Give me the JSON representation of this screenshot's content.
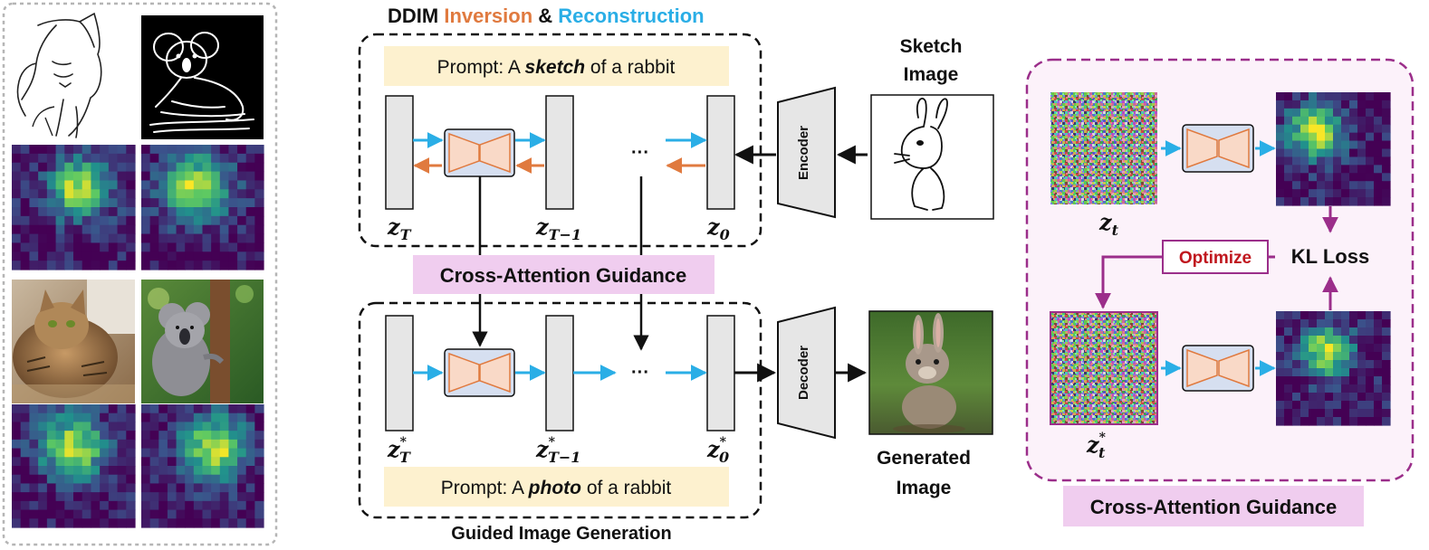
{
  "title": {
    "part1": "DDIM ",
    "part2": "Inversion",
    "part3": " & ",
    "part4": "Reconstruction"
  },
  "colors": {
    "inversion": "#e07a3f",
    "reconstruction": "#2aaee6",
    "purple": "#9b2e8a",
    "guidance_bg": "#f0cdef",
    "prompt_bg": "#fdf1cf",
    "optimize_red": "#c0171e",
    "block_fill": "#e6e6e6",
    "unet_fill": "#f9d9c7",
    "unet_stroke": "#e07a3f",
    "heat_dark": "#46135f",
    "heat_bright": "#f6e61f"
  },
  "top_panel": {
    "prompt_prefix": "Prompt: A ",
    "prompt_keyword": "sketch",
    "prompt_suffix": " of a rabbit",
    "latents": [
      "z",
      "z",
      "z"
    ],
    "latent_subs": [
      "T",
      "T−1",
      "0"
    ],
    "ellipsis": "···"
  },
  "bottom_panel": {
    "prompt_prefix": "Prompt: A ",
    "prompt_keyword": "photo",
    "prompt_suffix": " of a rabbit",
    "latents": [
      "z",
      "z",
      "z"
    ],
    "latent_subs": [
      "T",
      "T−1",
      "0"
    ],
    "latent_sup": "*",
    "ellipsis": "···",
    "caption": "Guided Image Generation"
  },
  "cross_attention_label": "Cross-Attention Guidance",
  "encoder_label": "Encoder",
  "decoder_label": "Decoder",
  "sketch_image_label_1": "Sketch",
  "sketch_image_label_2": "Image",
  "generated_label_1": "Generated",
  "generated_label_2": "Image",
  "right_panel": {
    "zt_label": "z",
    "zt_sub": "t",
    "zt_star_label": "z",
    "zt_star_sub": "t",
    "zt_star_sup": "*",
    "optimize_label": "Optimize",
    "kl_loss_label": "KL Loss",
    "guidance_caption": "Cross-Attention Guidance"
  }
}
